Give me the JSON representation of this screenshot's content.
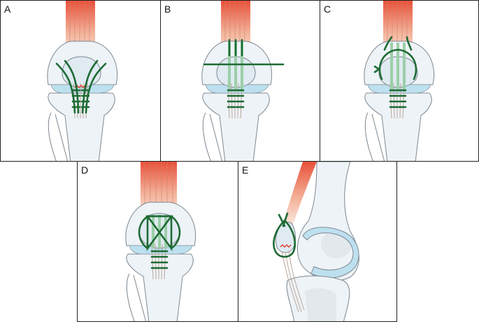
{
  "colors": {
    "tendon_top": "#e8513a",
    "tendon_mid": "#f4b49c",
    "tendon_fiber": "#b9a79a",
    "bone_fill": "#eef3f7",
    "bone_stroke": "#7d8891",
    "patella_fill": "#dfeaf1",
    "cartilage": "#bde0ef",
    "suture": "#1e6b34",
    "rupture": "#e33a2a",
    "border": "#222222"
  },
  "panels": [
    {
      "label": "A",
      "technique": "stitches-only"
    },
    {
      "label": "B",
      "technique": "transverse-tunnel"
    },
    {
      "label": "C",
      "technique": "peripheral-cerclage"
    },
    {
      "label": "D",
      "technique": "figure-of-eight-tension-band"
    },
    {
      "label": "E",
      "technique": "lateral-view-loop"
    }
  ]
}
